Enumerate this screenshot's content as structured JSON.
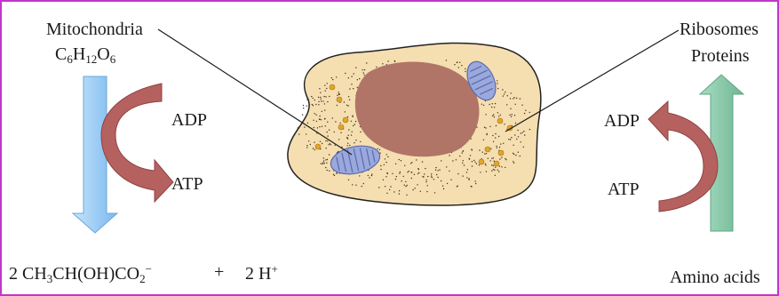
{
  "left": {
    "organelle": "Mitochondria",
    "substrate": {
      "C": "C",
      "c_sub": "6",
      "H": "H",
      "h_sub": "12",
      "O": "O",
      "o_sub": "6"
    },
    "adp": "ADP",
    "atp": "ATP",
    "product": {
      "part1": "2 CH",
      "sub1": "3",
      "part2": "CH(OH)CO",
      "sub2": "2",
      "charge": "−",
      "plus": "+",
      "part3": "2 H",
      "sup3": "+"
    }
  },
  "right": {
    "organelle": "Ribosomes",
    "product": "Proteins",
    "adp": "ADP",
    "atp": "ATP",
    "substrate": "Amino acids"
  },
  "colors": {
    "border": "#c236c8",
    "left_arrow": "#8ec8f5",
    "right_arrow": "#86c8a5",
    "curved_arrow": "#b5615f",
    "cytoplasm": "#f5deb0",
    "nucleus": "#b07566",
    "mitochondrion": "#9aa8dc",
    "granule": "#e3a527"
  }
}
